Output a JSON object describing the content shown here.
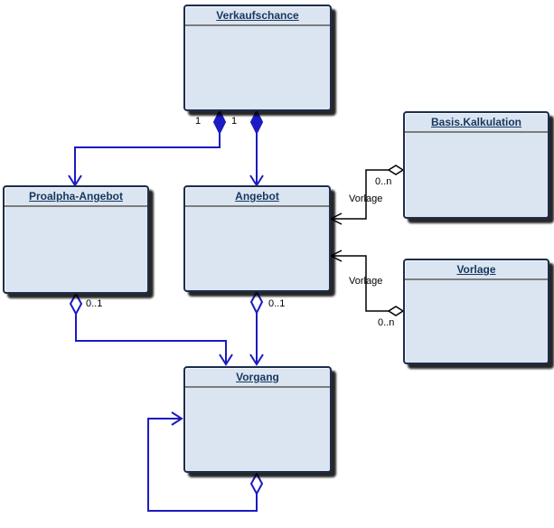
{
  "diagram": {
    "kind": "uml-class-diagram",
    "colors": {
      "box_fill": "#dbe5f1",
      "box_border": "#1c2d4d",
      "title_text": "#17375e",
      "separator": "#7d7d7d",
      "connector_blue": "#1b1bc1",
      "connector_black": "#000000",
      "shadow": "#000000",
      "background": "#ffffff"
    },
    "notation": {
      "composition_marker": "filled-diamond",
      "aggregation_marker": "open-diamond",
      "direction_marker": "open-arrowhead"
    },
    "classes": [
      {
        "title": "Verkaufschance"
      },
      {
        "title": "Basis.Kalkulation"
      },
      {
        "title": "Proalpha-Angebot"
      },
      {
        "title": "Angebot"
      },
      {
        "title": "Vorlage"
      },
      {
        "title": "Vorgang"
      }
    ],
    "labels": {
      "mult_one_left": "1",
      "mult_one_right": "1",
      "mult_zero_n_top": "0..n",
      "role_vorlage_top": "Vorlage",
      "role_vorlage_bottom": "Vorlage",
      "mult_zero_n_bottom": "0..n",
      "mult_zero_one_left": "0..1",
      "mult_zero_one_center": "0..1"
    },
    "relationships": [
      {
        "from": "Verkaufschance",
        "to": "Proalpha-Angebot",
        "type": "composition",
        "source_multiplicity": "1"
      },
      {
        "from": "Verkaufschance",
        "to": "Angebot",
        "type": "composition",
        "source_multiplicity": "1"
      },
      {
        "from": "Basis.Kalkulation",
        "to": "Angebot",
        "type": "aggregation",
        "source_multiplicity": "0..n",
        "role": "Vorlage"
      },
      {
        "from": "Vorlage",
        "to": "Angebot",
        "type": "aggregation",
        "source_multiplicity": "0..n",
        "role": "Vorlage"
      },
      {
        "from": "Proalpha-Angebot",
        "to": "Vorgang",
        "type": "aggregation",
        "source_multiplicity": "0..1"
      },
      {
        "from": "Angebot",
        "to": "Vorgang",
        "type": "aggregation",
        "source_multiplicity": "0..1"
      },
      {
        "from": "Vorgang",
        "to": "Vorgang",
        "type": "aggregation"
      }
    ]
  }
}
